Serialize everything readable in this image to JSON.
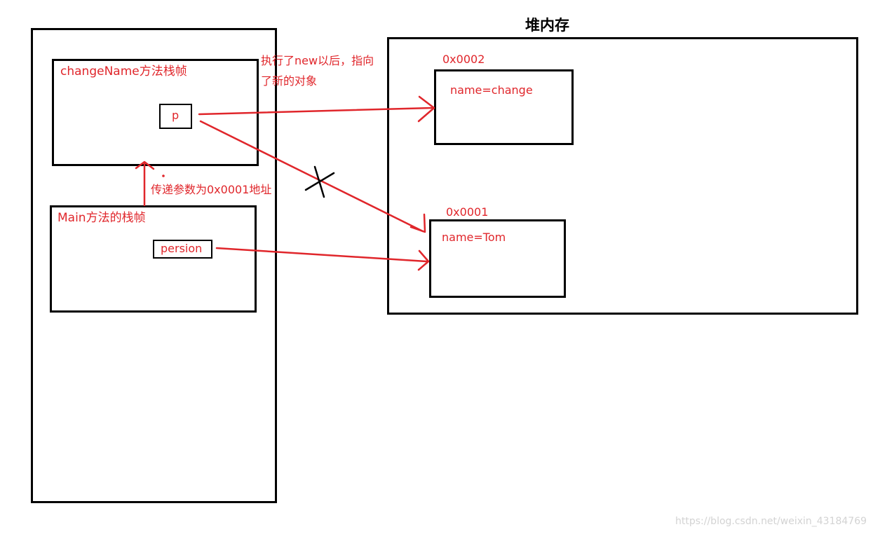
{
  "heap": {
    "title": "堆内存"
  },
  "stack": {
    "change_frame": {
      "label": "changeName方法栈帧",
      "var": "p"
    },
    "main_frame": {
      "label": "Main方法的栈帧",
      "var": "persion"
    }
  },
  "objects": [
    {
      "address": "0x0002",
      "content": "name=change"
    },
    {
      "address": "0x0001",
      "content": "name=Tom"
    }
  ],
  "annotations": {
    "new_line1": "执行了new以后，指向",
    "new_line2": "了新的对象",
    "pass_param": "传递参数为0x0001地址"
  },
  "watermark": "https://blog.csdn.net/weixin_43184769",
  "colors": {
    "arrow": "#e0262b",
    "box": "#000000"
  }
}
